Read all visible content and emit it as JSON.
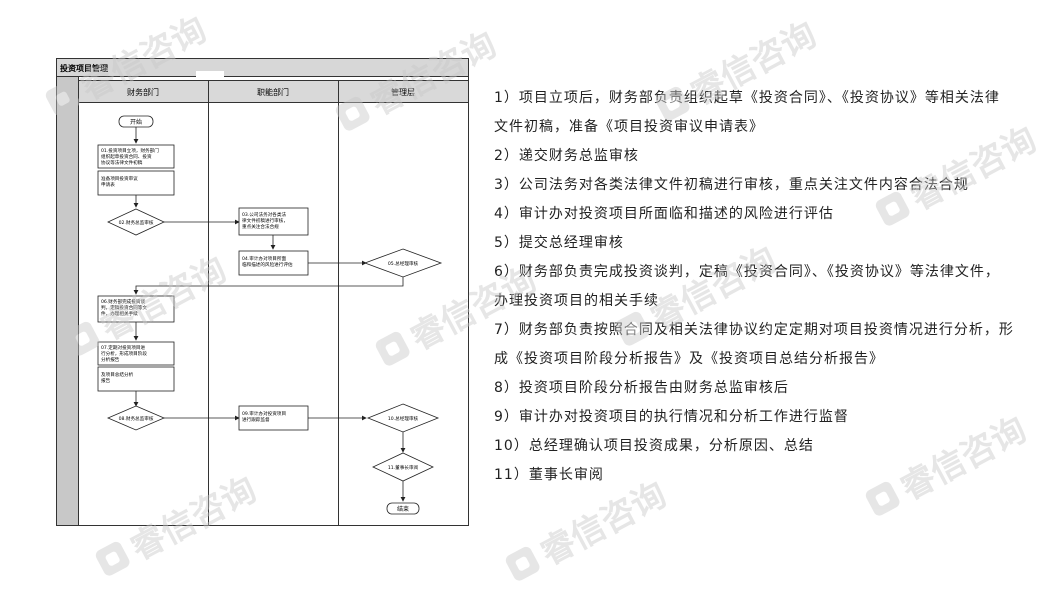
{
  "watermark": "睿信咨询",
  "diagram": {
    "title": "投资项目管理",
    "lanes": [
      "财务部门",
      "职能部门",
      "管理层"
    ],
    "nodes": {
      "start": "开始",
      "n01": [
        "01.投资项目立项，财务部门",
        "组织起草投资合同、投资",
        "协议等法律文件初稿"
      ],
      "n01b": [
        "准备项目投资审议",
        "申请表"
      ],
      "n02": "02.财务总监审核",
      "n03": [
        "03.公司法务对各类法",
        "律文件初稿进行审核，",
        "重点关注合法合规"
      ],
      "n04": [
        "04.审计办对项目所面",
        "临和描述的风险进行评估"
      ],
      "n05": "05.总经理审核",
      "n06": [
        "06.财务部完成投资谈",
        "判，定稿投资合同等文",
        "件，办理相关手续"
      ],
      "n07": [
        "07.定期对投资项目进",
        "行分析，形成项目阶段",
        "分析报告"
      ],
      "n07b": [
        "及项目总结分析",
        "报告"
      ],
      "n08": "08.财务总监审核",
      "n09": [
        "09.审计办对投资项目",
        "进行跟踪监督"
      ],
      "n10": "10.总经理审核",
      "n11": "11.董事长审阅",
      "end": "结束"
    }
  },
  "steps": [
    "1）项目立项后，财务部负责组织起草《投资合同》、《投资协议》等相关法律文件初稿，准备《项目投资审议申请表》",
    "2）递交财务总监审核",
    "3）公司法务对各类法律文件初稿进行审核，重点关注文件内容合法合规",
    "4）审计办对投资项目所面临和描述的风险进行评估",
    "5）提交总经理审核",
    "6）财务部负责完成投资谈判，定稿《投资合同》、《投资协议》等法律文件，办理投资项目的相关手续",
    "7）财务部负责按照合同及相关法律协议约定定期对项目投资情况进行分析，形成《投资项目阶段分析报告》及《投资项目总结分析报告》",
    "8）投资项目阶段分析报告由财务总监审核后",
    "9）审计办对投资项目的执行情况和分析工作进行监督",
    "10）总经理确认项目投资成果，分析原因、总结",
    "11）董事长审阅"
  ]
}
